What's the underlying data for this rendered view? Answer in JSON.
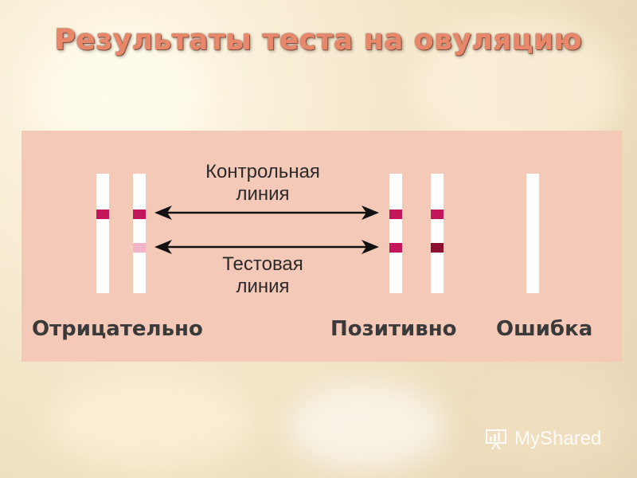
{
  "title": "Результаты теста на овуляцию",
  "labels": {
    "control_line": [
      "Контрольная",
      "линия"
    ],
    "test_line": [
      "Тестовая",
      "линия"
    ]
  },
  "categories": {
    "negative": "Отрицательно",
    "positive": "Позитивно",
    "error": "Ошибка"
  },
  "watermark": "MyShared",
  "colors": {
    "panel": "#f5c9b8",
    "strip": "#ffffff",
    "control_mark": "#c2185b",
    "faint_test_mark": "#f1b4c9",
    "positive_mark": "#c2185b",
    "strong_positive_mark": "#8b0f2f",
    "title": "#e8876a"
  },
  "icons": [
    "presentation-icon",
    "double-arrow-icon"
  ]
}
